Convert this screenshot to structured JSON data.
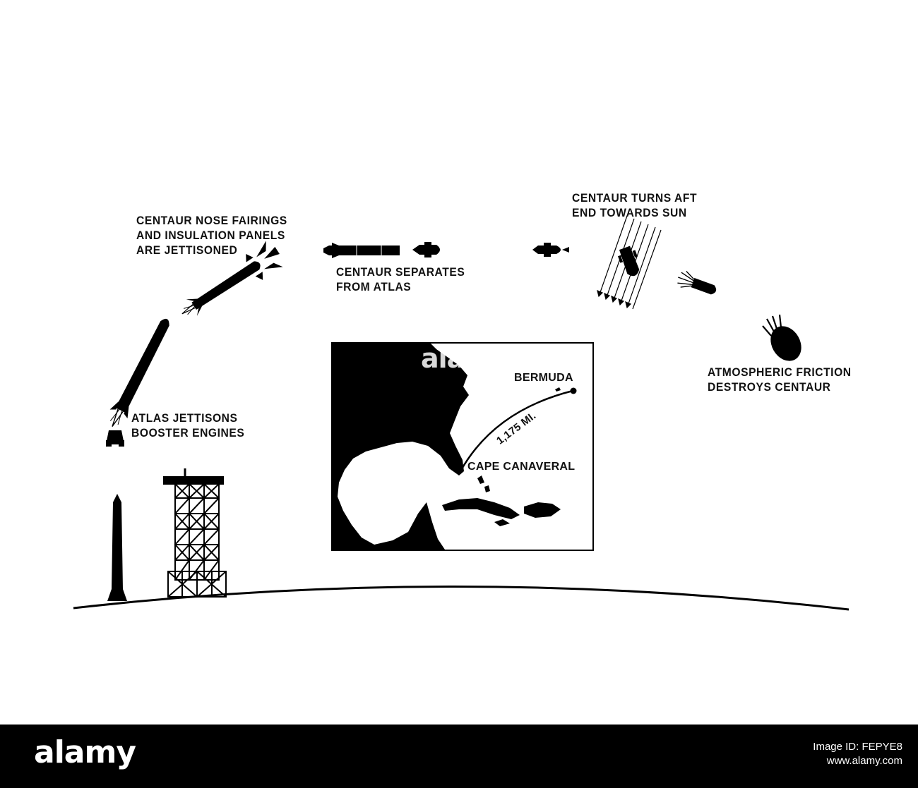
{
  "labels": {
    "nose_fairings": [
      "CENTAUR NOSE FAIRINGS",
      "AND INSULATION PANELS",
      "ARE JETTISONED"
    ],
    "separates": [
      "CENTAUR SEPARATES",
      "FROM ATLAS"
    ],
    "turns": [
      "CENTAUR TURNS AFT",
      "END TOWARDS SUN"
    ],
    "friction": [
      "ATMOSPHERIC FRICTION",
      "DESTROYS CENTAUR"
    ],
    "booster": [
      "ATLAS JETTISONS",
      "BOOSTER ENGINES"
    ]
  },
  "map": {
    "bermuda": "BERMUDA",
    "distance": "1,175 MI.",
    "cape": "CAPE CANAVERAL"
  },
  "watermark": "alamy",
  "footer": {
    "logo": "alamy",
    "image_id": "Image ID: FEPYE8",
    "site": "www.alamy.com"
  },
  "colors": {
    "ink": "#000000",
    "paper": "#ffffff"
  }
}
